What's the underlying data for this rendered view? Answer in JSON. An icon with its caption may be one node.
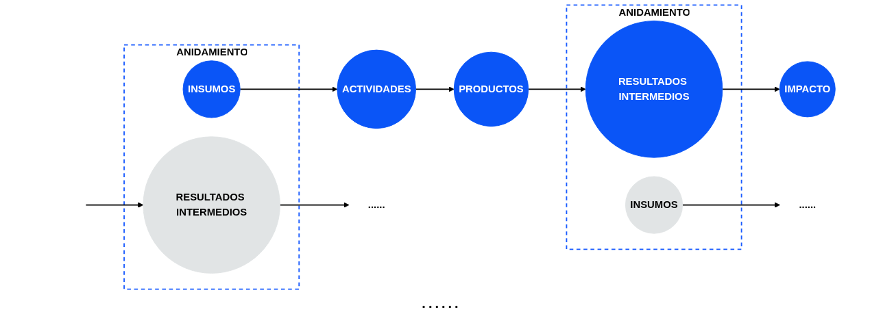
{
  "diagram": {
    "nodes": [
      {
        "text": [
          "ANIDAMIENTO"
        ]
      },
      {
        "text": [
          "RESULTADOS INTERMEDIOS"
        ],
        "in": 0
      },
      {
        "text": [
          "INSUMOS"
        ],
        "in": 0
      },
      {
        "text": [
          "ACTIVIDADES"
        ]
      },
      {
        "text": [
          "PRODUCTOS"
        ]
      },
      {
        "text": [
          "ANIDAMIENTO"
        ]
      },
      {
        "text": [
          "RESULTADOS INTERMEDIOS"
        ],
        "in": 5
      },
      {
        "text": [
          "INSUMOS"
        ],
        "in": 5
      },
      {
        "text": [
          "IMPACTO"
        ]
      },
      {
        "text": [
          "......"
        ]
      },
      {
        "text": [
          "......"
        ]
      }
    ],
    "edges": [
      {
        "from": null,
        "to": 1,
        "arrow": "to"
      },
      {
        "from": 1,
        "to": 9,
        "arrow": "to"
      },
      {
        "from": 2,
        "to": 3,
        "arrow": "to"
      },
      {
        "from": 3,
        "to": 4,
        "arrow": "to"
      },
      {
        "from": 4,
        "to": 6,
        "arrow": "to"
      },
      {
        "from": 6,
        "to": 8,
        "arrow": "to"
      },
      {
        "from": 7,
        "to": 10,
        "arrow": "to"
      }
    ],
    "labels": [
      "......"
    ]
  }
}
